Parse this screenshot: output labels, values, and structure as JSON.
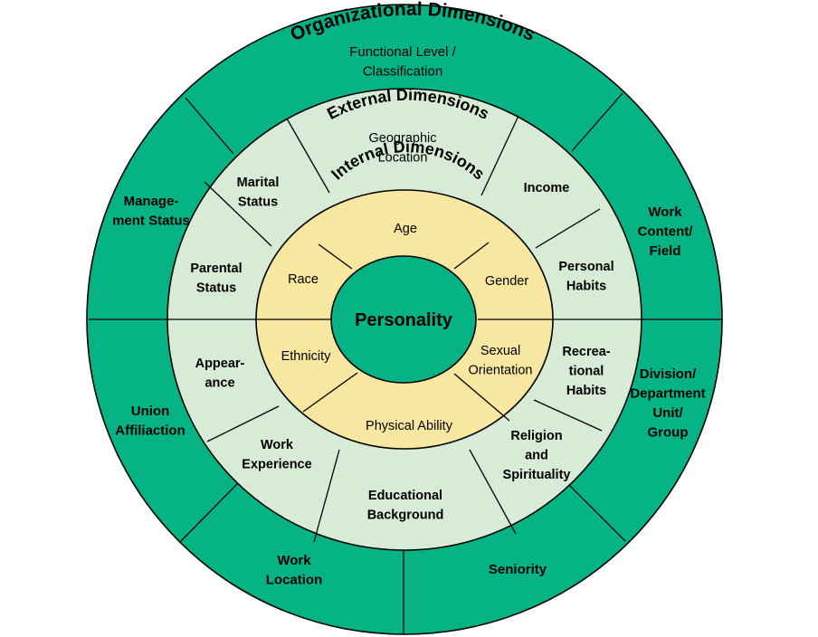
{
  "center": {
    "label": "Personality"
  },
  "internal": {
    "title": "Internal Dimensions",
    "items": [
      "Age",
      "Gender",
      "Sexual\nOrientation",
      "Physical Ability",
      "Ethnicity",
      "Race"
    ]
  },
  "external": {
    "title": "External Dimensions",
    "items": [
      "Geographic\nLocation",
      "Income",
      "Personal\nHabits",
      "Recrea-\ntional\nHabits",
      "Religion\nand\nSpirituality",
      "Educational\nBackground",
      "Work\nExperience",
      "Appear-\nance",
      "Parental\nStatus",
      "Marital\nStatus"
    ]
  },
  "organizational": {
    "title": "Organizational Dimensions",
    "items": [
      "Functional Level /\nClassification",
      "Work\nContent/\nField",
      "Division/\nDepartment\nUnit/\nGroup",
      "Seniority",
      "Work\nLocation",
      "Union\nAffiliaction",
      "Manage-\nment Status"
    ]
  },
  "colors": {
    "outer_ring": "#06b384",
    "middle_ring": "#d8ebd6",
    "inner_ring": "#f7e7a1",
    "center": "#06b384",
    "lines": "#000000"
  }
}
